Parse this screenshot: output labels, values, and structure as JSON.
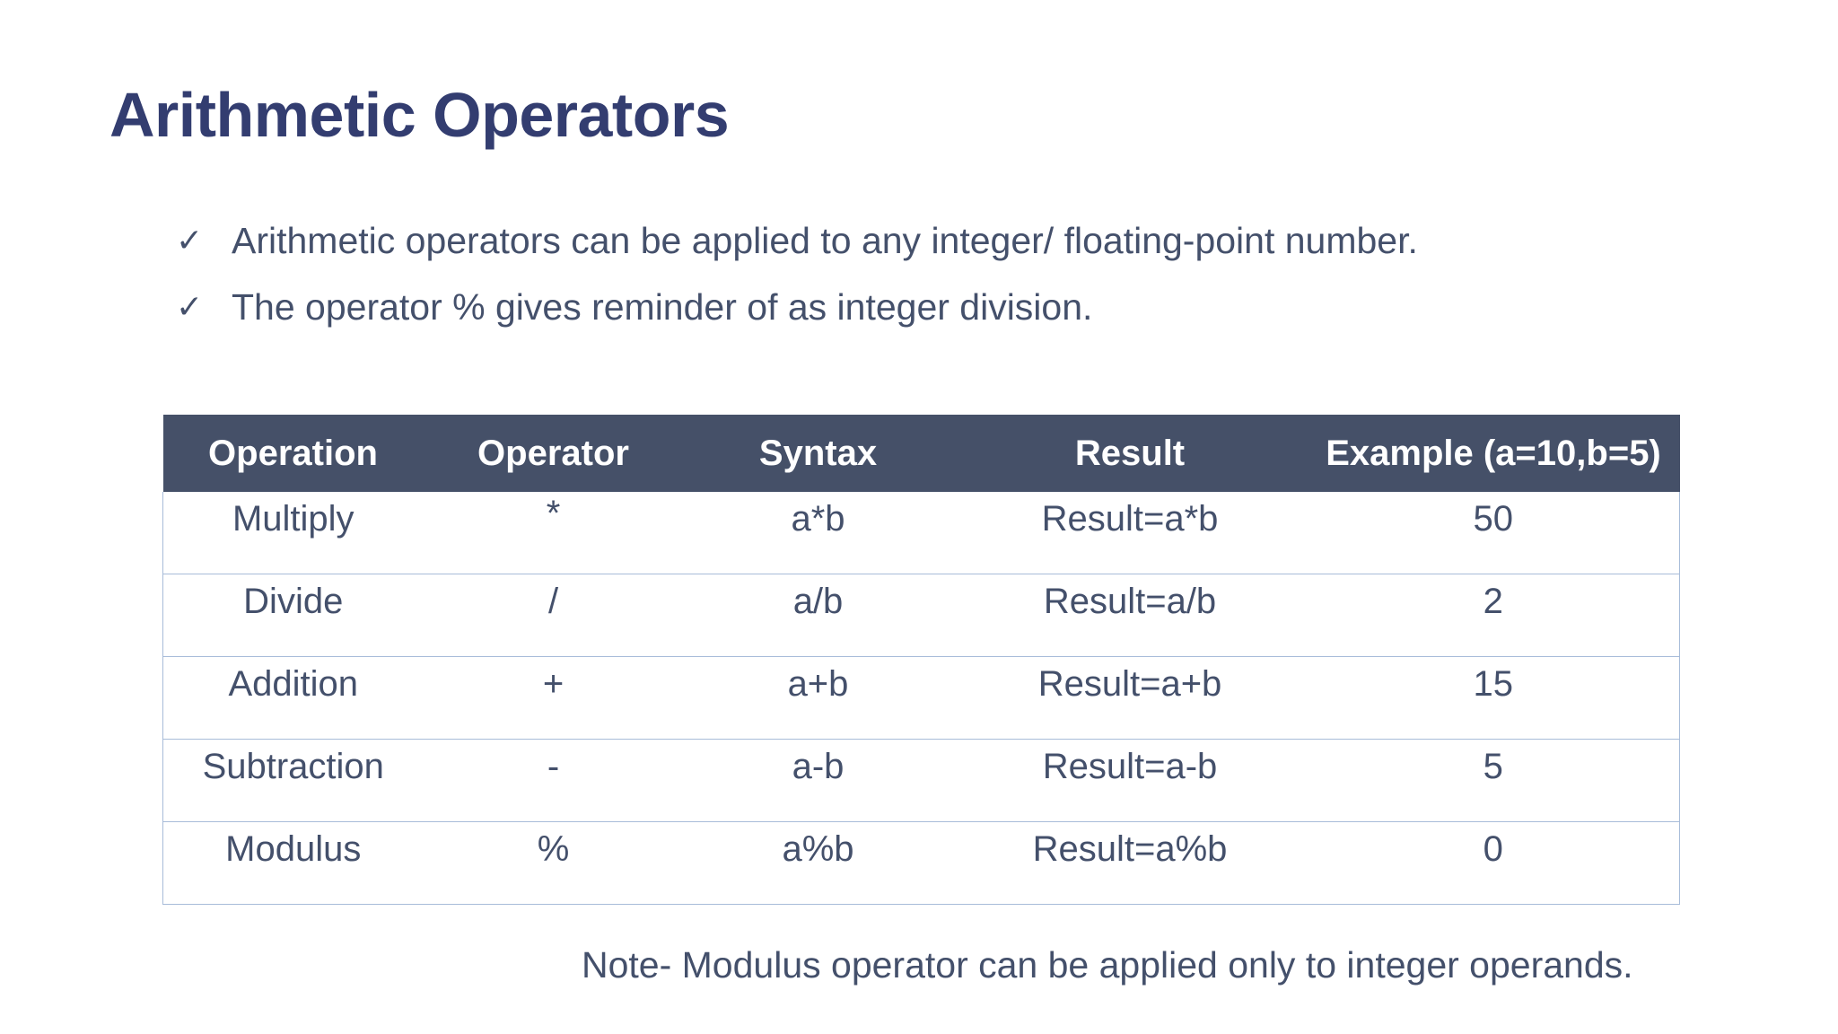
{
  "slide": {
    "title": "Arithmetic Operators",
    "background_color": "#ffffff",
    "title_color": "#333d70",
    "body_text_color": "#44506b"
  },
  "bullets": {
    "marker": "✓",
    "items": [
      "Arithmetic operators can be applied to any integer/ floating-point number.",
      "The operator % gives reminder of as integer division."
    ]
  },
  "table": {
    "header_background": "#455068",
    "header_text_color": "#ffffff",
    "border_color": "#a8bcd9",
    "columns": [
      "Operation",
      "Operator",
      "Syntax",
      "Result",
      "Example (a=10,b=5)"
    ],
    "rows": [
      {
        "operation": "Multiply",
        "operator": "*",
        "syntax": "a*b",
        "result": "Result=a*b",
        "example": "50"
      },
      {
        "operation": "Divide",
        "operator": "/",
        "syntax": "a/b",
        "result": "Result=a/b",
        "example": "2"
      },
      {
        "operation": "Addition",
        "operator": "+",
        "syntax": "a+b",
        "result": "Result=a+b",
        "example": "15"
      },
      {
        "operation": "Subtraction",
        "operator": "-",
        "syntax": "a-b",
        "result": "Result=a-b",
        "example": "5"
      },
      {
        "operation": "Modulus",
        "operator": "%",
        "syntax": "a%b",
        "result": "Result=a%b",
        "example": "0"
      }
    ]
  },
  "footer": {
    "note": "Note- Modulus operator can be applied only to integer operands."
  }
}
